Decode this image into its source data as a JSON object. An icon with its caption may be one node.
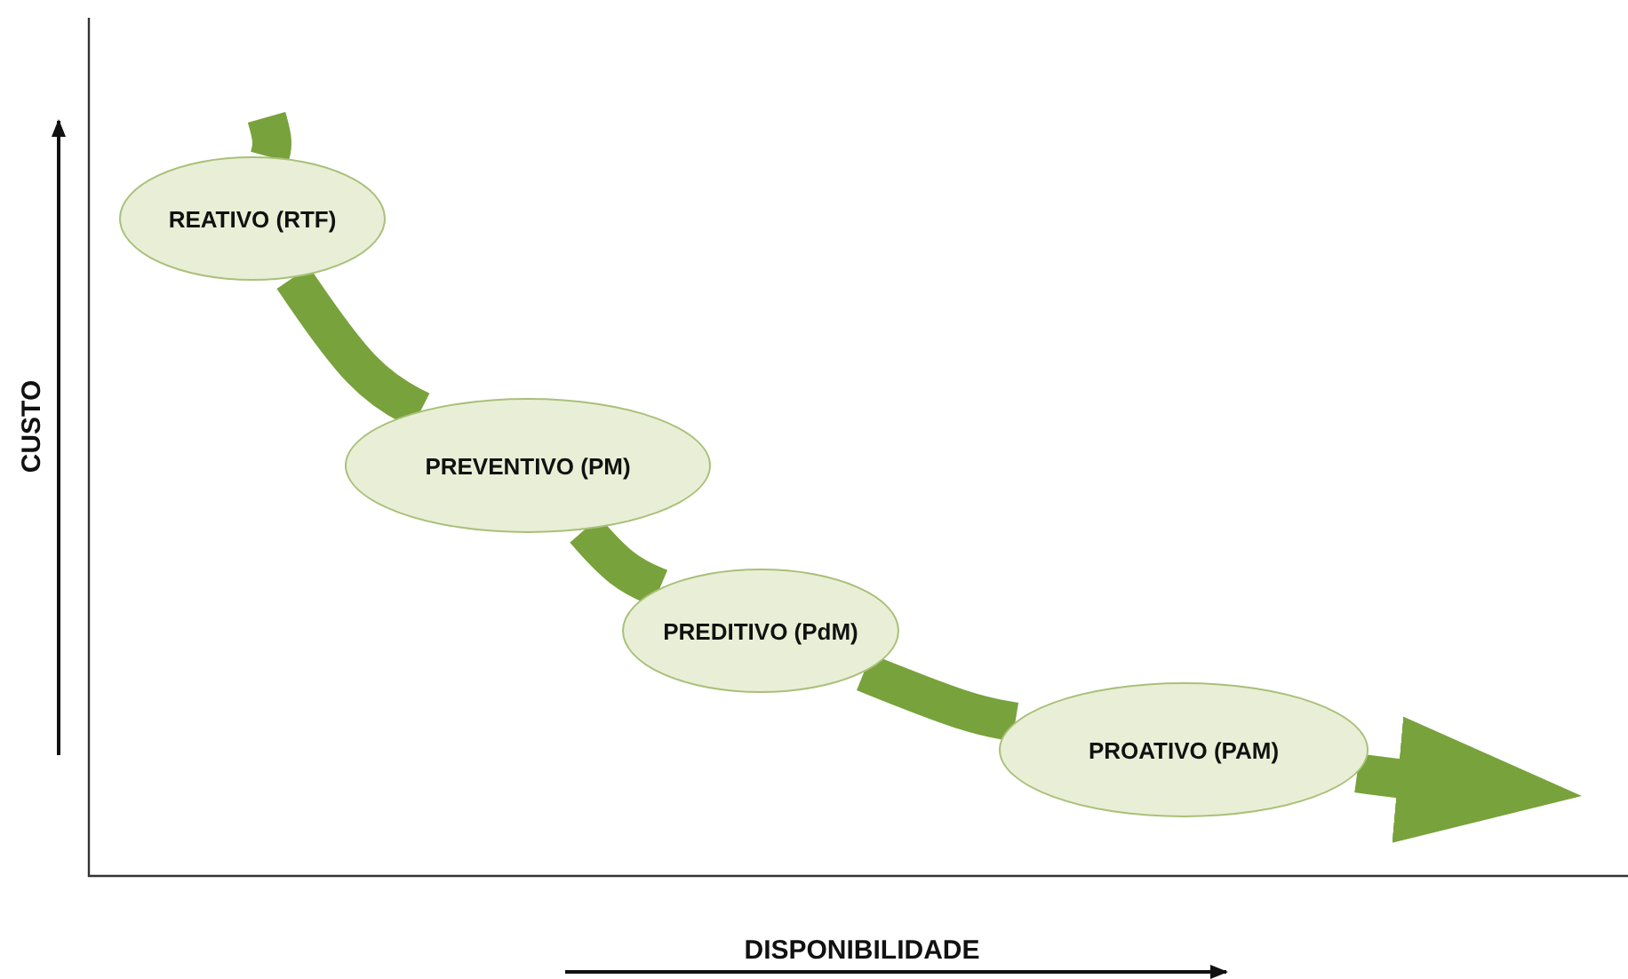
{
  "diagram": {
    "nodes": [
      {
        "text": [
          "REATIVO (RTF)"
        ]
      },
      {
        "text": [
          "PREVENTIVO (PM)"
        ]
      },
      {
        "text": [
          "PREDITIVO (PdM)"
        ]
      },
      {
        "text": [
          "PROATIVO (PAM)"
        ]
      }
    ],
    "edges": [
      {
        "from": null,
        "to": 0,
        "arrow": "none"
      },
      {
        "from": 0,
        "to": 1,
        "arrow": "none"
      },
      {
        "from": 1,
        "to": 2,
        "arrow": "none"
      },
      {
        "from": 2,
        "to": 3,
        "arrow": "none"
      },
      {
        "from": 3,
        "to": null,
        "arrow": "to"
      }
    ],
    "labels": [
      "CUSTO",
      "DISPONIBILIDADE"
    ]
  }
}
